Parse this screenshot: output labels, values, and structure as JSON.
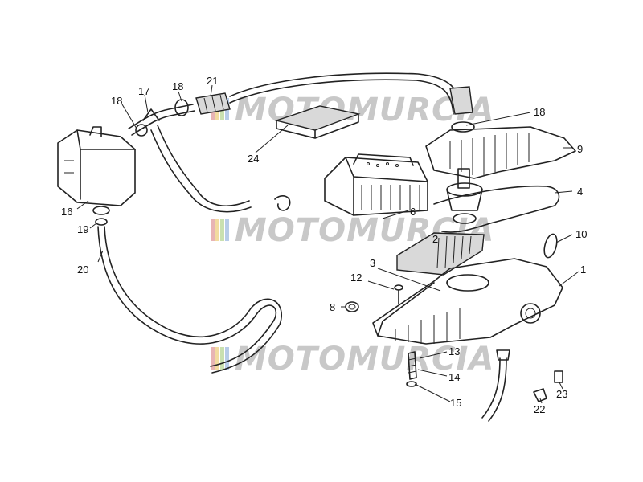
{
  "watermark": {
    "text": "MOTOMURCIA",
    "stripe_colors": [
      "#e8b4b4",
      "#f2dba0",
      "#c9e0b0",
      "#b7cce8"
    ]
  },
  "callouts": [
    "18",
    "17",
    "18",
    "21",
    "24",
    "16",
    "19",
    "20",
    "9",
    "18",
    "4",
    "6",
    "10",
    "1",
    "3",
    "12",
    "8",
    "13",
    "14",
    "15",
    "22",
    "23",
    "2"
  ]
}
